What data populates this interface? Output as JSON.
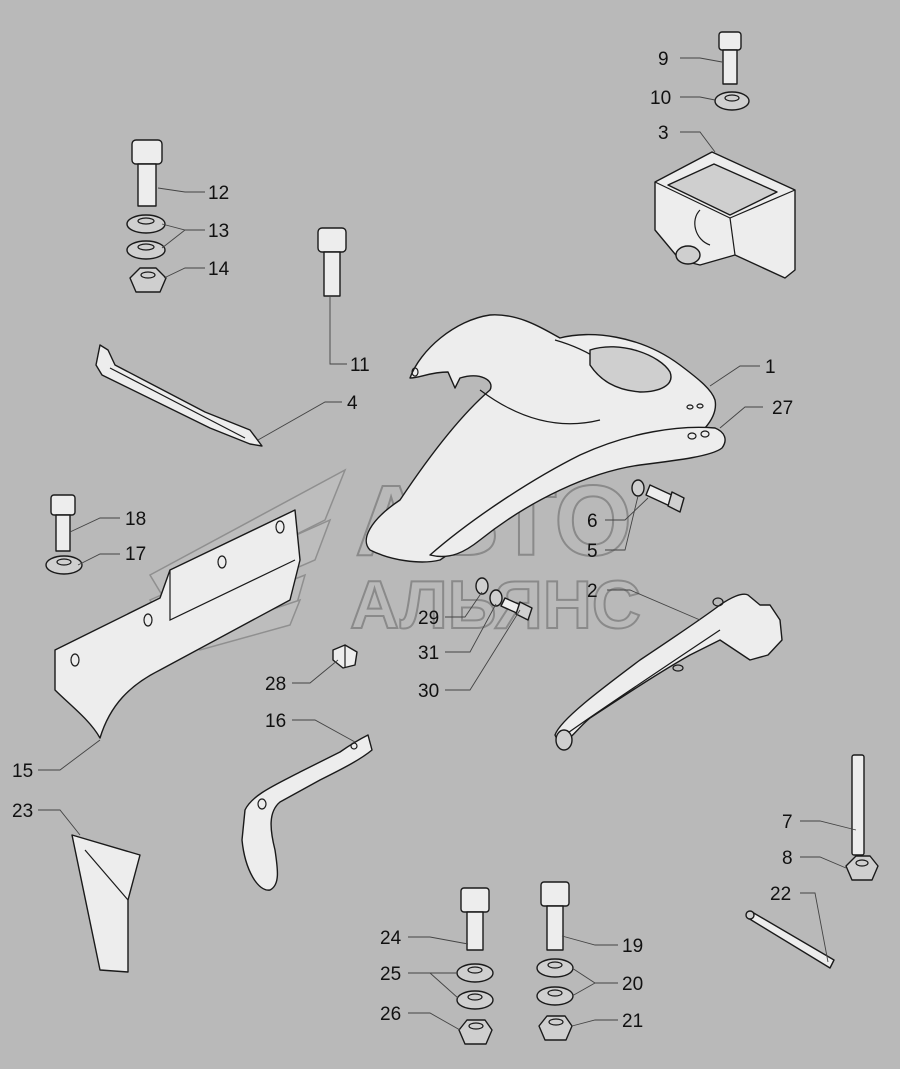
{
  "watermark": {
    "line1": "АВТО",
    "line2": "АЛЬЯНС"
  },
  "callouts": [
    {
      "id": "c1",
      "label": "1"
    },
    {
      "id": "c2",
      "label": "2"
    },
    {
      "id": "c3",
      "label": "3"
    },
    {
      "id": "c4",
      "label": "4"
    },
    {
      "id": "c5",
      "label": "5"
    },
    {
      "id": "c6",
      "label": "6"
    },
    {
      "id": "c7",
      "label": "7"
    },
    {
      "id": "c8",
      "label": "8"
    },
    {
      "id": "c9",
      "label": "9"
    },
    {
      "id": "c10",
      "label": "10"
    },
    {
      "id": "c11",
      "label": "11"
    },
    {
      "id": "c12",
      "label": "12"
    },
    {
      "id": "c13",
      "label": "13"
    },
    {
      "id": "c14",
      "label": "14"
    },
    {
      "id": "c15",
      "label": "15"
    },
    {
      "id": "c16",
      "label": "16"
    },
    {
      "id": "c17",
      "label": "17"
    },
    {
      "id": "c18",
      "label": "18"
    },
    {
      "id": "c19",
      "label": "19"
    },
    {
      "id": "c20",
      "label": "20"
    },
    {
      "id": "c21",
      "label": "21"
    },
    {
      "id": "c22",
      "label": "22"
    },
    {
      "id": "c23",
      "label": "23"
    },
    {
      "id": "c24",
      "label": "24"
    },
    {
      "id": "c25",
      "label": "25"
    },
    {
      "id": "c26",
      "label": "26"
    },
    {
      "id": "c27",
      "label": "27"
    },
    {
      "id": "c28",
      "label": "28"
    },
    {
      "id": "c29",
      "label": "29"
    },
    {
      "id": "c30",
      "label": "30"
    },
    {
      "id": "c31",
      "label": "31"
    }
  ]
}
